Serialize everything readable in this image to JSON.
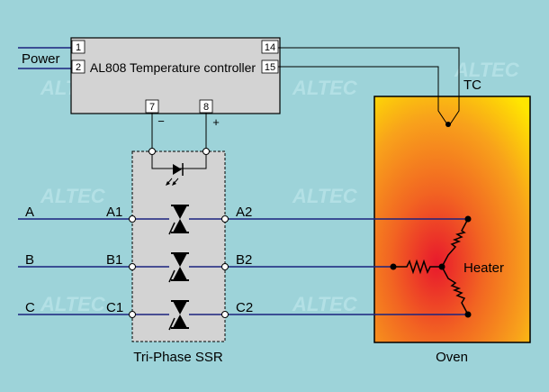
{
  "controller": {
    "title": "AL808 Temperature controller",
    "pins": {
      "p1": "1",
      "p2": "2",
      "p14": "14",
      "p15": "15",
      "p7": "7",
      "p8": "8"
    },
    "minus": "−",
    "plus": "+"
  },
  "power_label": "Power",
  "tc_label": "TC",
  "phases": [
    {
      "name": "A",
      "in": "A1",
      "out": "A2"
    },
    {
      "name": "B",
      "in": "B1",
      "out": "B2"
    },
    {
      "name": "C",
      "in": "C1",
      "out": "C2"
    }
  ],
  "ssr_label": "Tri-Phase SSR",
  "heater_label": "Heater",
  "oven_label": "Oven",
  "watermark": "ALTEC",
  "colors": {
    "background": "#9dd3d9",
    "wire": "#1a237e",
    "controller_fill": "#d3d3d3",
    "ssr_fill": "#d3d3d3",
    "oven_outer": "#ffea00",
    "oven_inner": "#e53935"
  }
}
